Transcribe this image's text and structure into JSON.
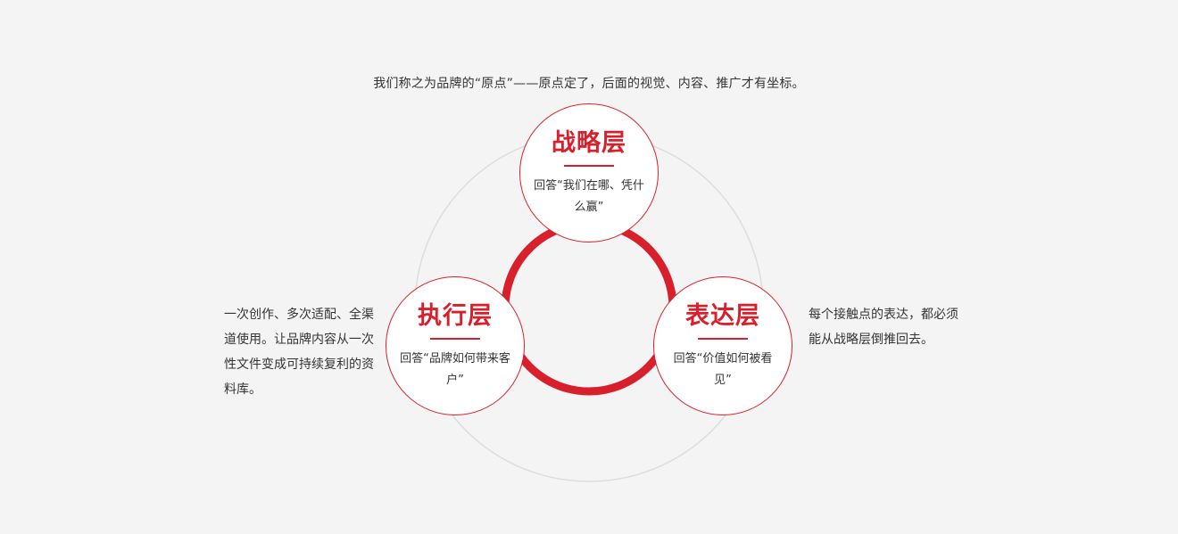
{
  "intro_text": "我们称之为品牌的“原点”——原点定了，后面的视觉、内容、推广才有坐标。",
  "layers": {
    "strategy": {
      "title": "战略层",
      "desc": "回答“我们在哪、凭什么赢”"
    },
    "execution": {
      "title": "执行层",
      "desc": "回答“品牌如何带来客户”"
    },
    "expression": {
      "title": "表达层",
      "desc": "回答“价值如何被看见”"
    }
  },
  "notes": {
    "left": "一次创作、多次适配、全渠道使用。让品牌内容从一次性文件变成可持续复利的资料库。",
    "right": "每个接触点的表达，都必须能从战略层倒推回去。"
  },
  "colors": {
    "accent": "#d7202c",
    "background": "#f4f4f4",
    "outer_ring": "#dddddd",
    "text": "#333333"
  }
}
